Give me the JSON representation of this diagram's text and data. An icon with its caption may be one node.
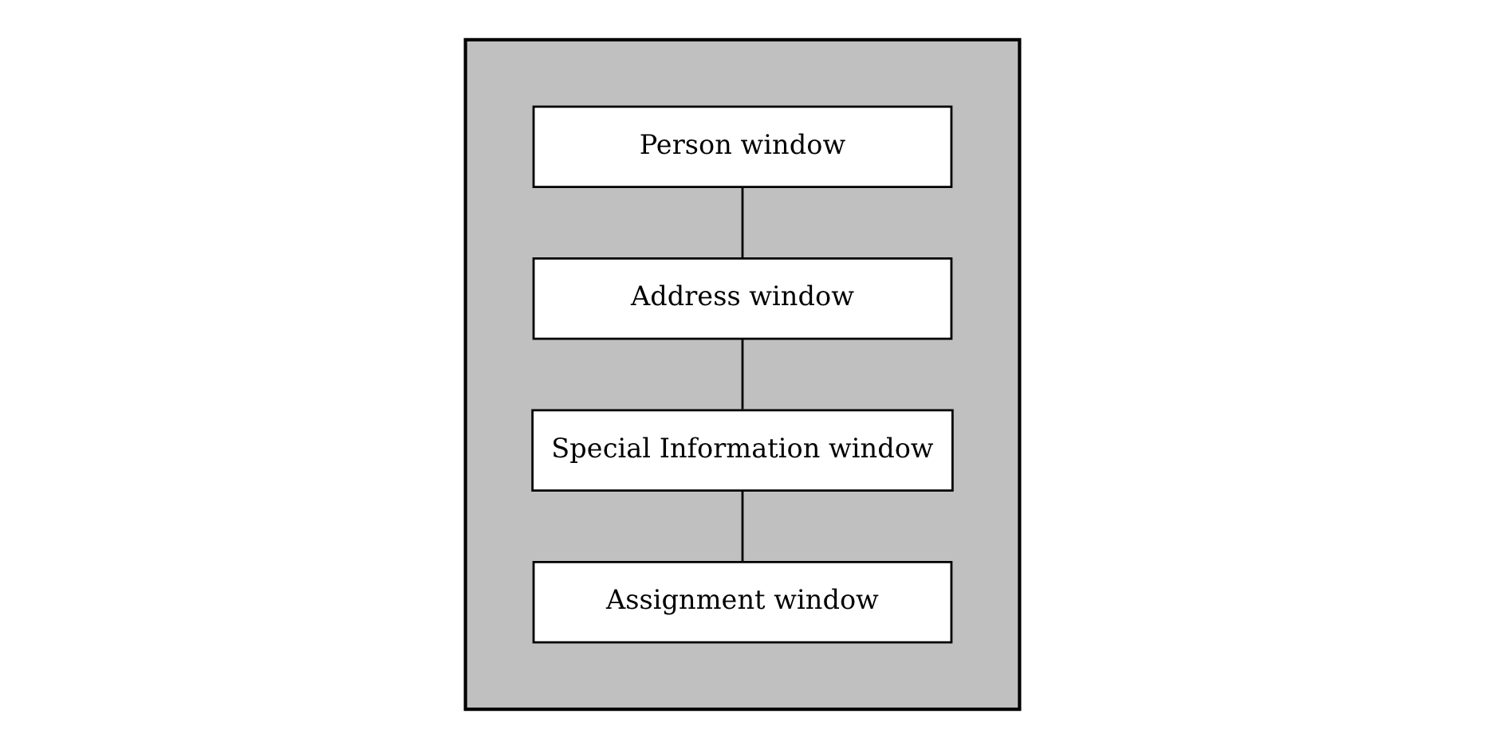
{
  "diagram": {
    "nodes": [
      {
        "text": [],
        "shape": "box"
      },
      {
        "text": [
          "Person window"
        ],
        "in": 0
      },
      {
        "text": [
          "Address window"
        ],
        "in": 0
      },
      {
        "text": [
          "Special Information window"
        ],
        "in": 0
      },
      {
        "text": [
          "Assignment window"
        ],
        "in": 0
      }
    ],
    "edges": [
      {
        "from": 1,
        "to": 2,
        "arrow": "none"
      },
      {
        "from": 2,
        "to": 3,
        "arrow": "none"
      },
      {
        "from": 3,
        "to": 4,
        "arrow": "none"
      }
    ]
  }
}
